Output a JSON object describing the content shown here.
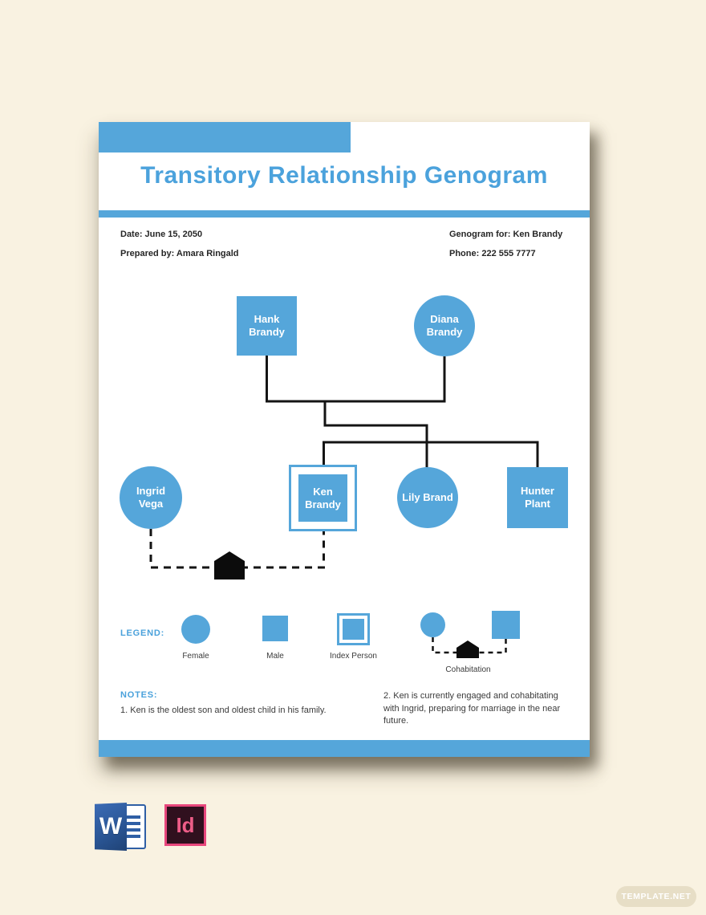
{
  "doc": {
    "title": "Transitory Relationship Genogram",
    "info": {
      "date": "Date: June 15, 2050",
      "prepared_by": "Prepared by: Amara Ringald",
      "genogram_for": "Genogram for: Ken Brandy",
      "phone": "Phone: 222 555 7777"
    }
  },
  "genogram": {
    "nodes": [
      {
        "name": "Hank Brandy",
        "shape": "square"
      },
      {
        "name": "Diana Brandy",
        "shape": "circle"
      },
      {
        "name": "Ingrid Vega",
        "shape": "circle"
      },
      {
        "name": "Ken Brandy",
        "shape": "index-square"
      },
      {
        "name": "Lily Brand",
        "shape": "circle"
      },
      {
        "name": "Hunter Plant",
        "shape": "square"
      }
    ],
    "relationships": [
      {
        "type": "cohabitation",
        "symbol": "house",
        "between": [
          "Ingrid Vega",
          "Ken Brandy"
        ]
      }
    ]
  },
  "legend": {
    "heading": "LEGEND:",
    "items": [
      {
        "label": "Female",
        "symbol": "circle"
      },
      {
        "label": "Male",
        "symbol": "square"
      },
      {
        "label": "Index Person",
        "symbol": "double-square"
      },
      {
        "label": "Cohabitation",
        "symbol": "dashed-line-house"
      }
    ]
  },
  "notes": {
    "heading": "NOTES:",
    "items": [
      "1. Ken is the oldest son and oldest child in his family.",
      "2. Ken is currently engaged and cohabitating with Ingrid, preparing for marriage in the near future."
    ]
  },
  "file_formats": [
    {
      "name": "Microsoft Word",
      "icon_letter": "W"
    },
    {
      "name": "Adobe InDesign",
      "icon_letter": "Id"
    }
  ],
  "watermark": "TEMPLATE.NET",
  "colors": {
    "accent_blue": "#55a6da",
    "title_blue": "#4ba2dc",
    "canvas_bg": "#f9f2e1",
    "page_bg": "#ffffff",
    "line_black": "#141414",
    "word_blue": "#2b5797",
    "indesign_pink": "#e8477c",
    "indesign_bg": "#30101e"
  }
}
